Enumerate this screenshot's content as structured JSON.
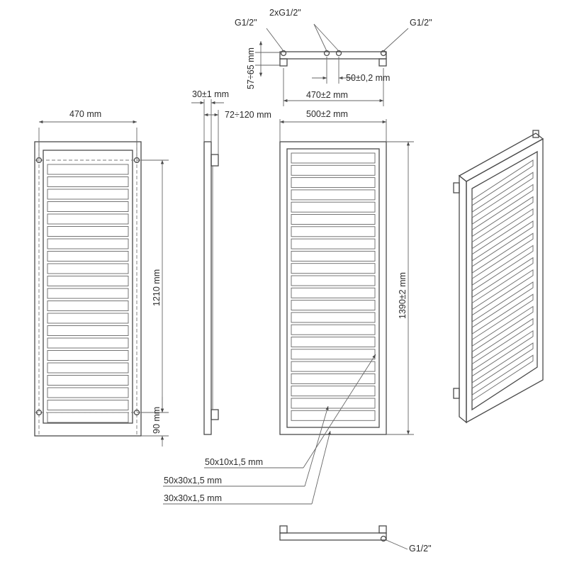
{
  "labels": {
    "top_left_connection": "G1/2\"",
    "top_middle_connection": "2xG1/2\"",
    "top_right_connection": "G1/2\"",
    "top_height": "57÷65 mm",
    "top_spacing": "50±0,2 mm",
    "top_axis_width": "470±2 mm",
    "front_width": "470 mm",
    "front_height": "1210 mm",
    "front_bottom": "90 mm",
    "side_depth": "30±1 mm",
    "side_offset": "72÷120 mm",
    "back_width": "500±2 mm",
    "back_height": "1390±2 mm",
    "profile_1": "50x10x1,5 mm",
    "profile_2": "50x30x1,5 mm",
    "profile_3": "30x30x1,5 mm",
    "bottom_connection": "G1/2\""
  },
  "colors": {
    "line": "#4a4a4a",
    "text": "#2b2b2b"
  }
}
